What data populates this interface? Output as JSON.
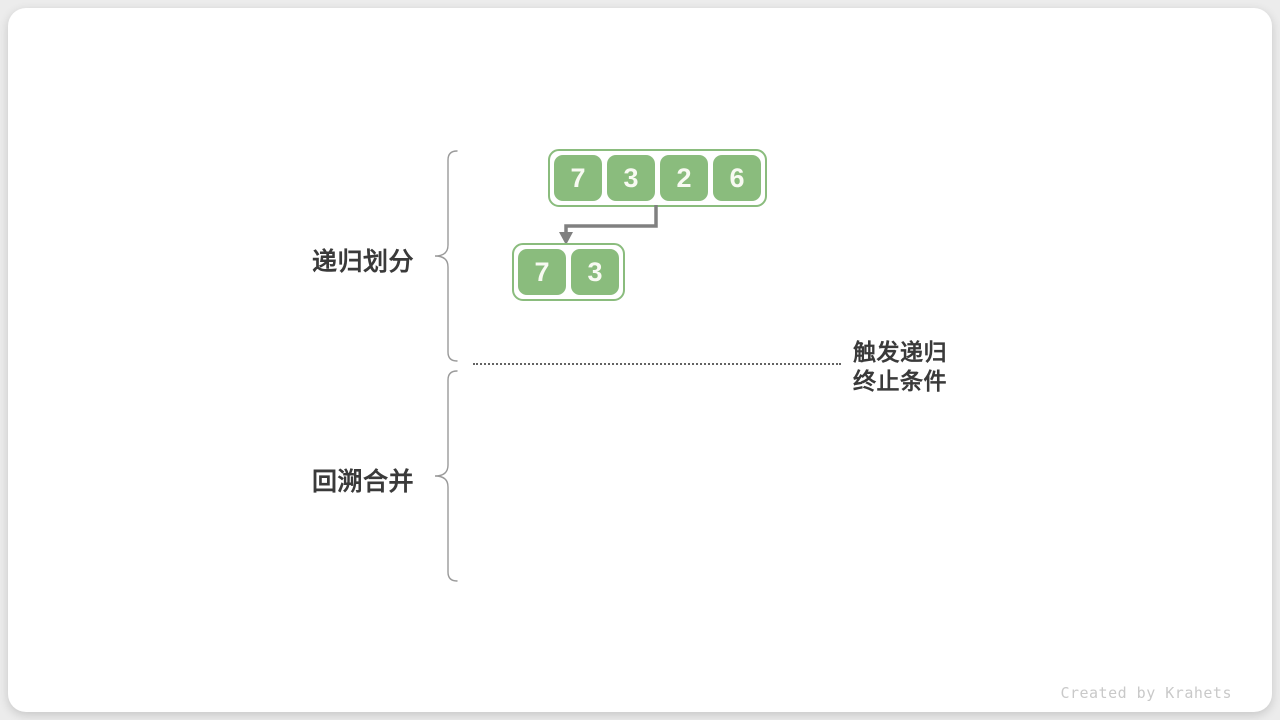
{
  "page": {
    "watermark": "Created by Krahets"
  },
  "labels": {
    "divide": "递归划分",
    "merge": "回溯合并",
    "terminate_line1": "触发递归",
    "terminate_line2": "终止条件"
  },
  "arrays": {
    "level1": [
      "7",
      "3",
      "2",
      "6"
    ],
    "level2": [
      "7",
      "3"
    ]
  },
  "colors": {
    "cell_green": "#8abc7d",
    "cell_text": "#f8faf2",
    "arrow_gray": "#808080",
    "brace_gray": "#9a9a9a",
    "dot_gray": "#636363",
    "text_dark": "#3a3a3a",
    "watermark_gray": "#c9c9c9"
  }
}
